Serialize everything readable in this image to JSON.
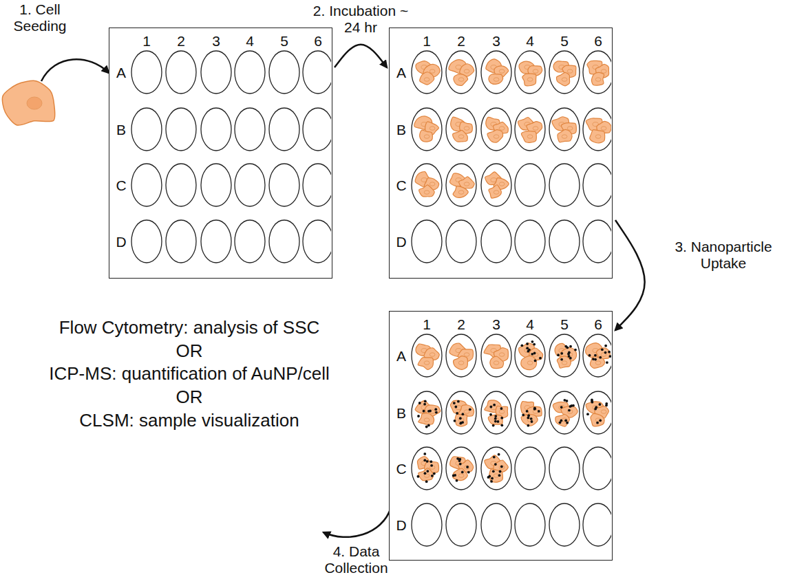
{
  "diagram": {
    "nodes": [
      {
        "text": [
          "1",
          "2",
          "3",
          "4",
          "5",
          "6",
          "A",
          "B",
          "C",
          "D"
        ]
      },
      {
        "text": [
          "1",
          "2",
          "3",
          "4",
          "5",
          "6",
          "A",
          "B",
          "C",
          "D"
        ]
      },
      {
        "text": [
          "1",
          "2",
          "3",
          "4",
          "5",
          "6",
          "A",
          "B",
          "C",
          "D"
        ]
      }
    ],
    "edges": [
      {
        "from": 0,
        "to": 1,
        "label": "2. Incubation ~ 24 hr",
        "arrow": "to"
      },
      {
        "from": 1,
        "to": 2,
        "label": "3. Nanoparticle Uptake",
        "arrow": "to"
      }
    ],
    "labels": [
      "1. Cell Seeding",
      "Flow Cytometry: analysis of SSC",
      "OR",
      "ICP-MS: quantification of AuNP/cell",
      "OR",
      "CLSM: sample visualization",
      "4. Data Collection"
    ]
  }
}
